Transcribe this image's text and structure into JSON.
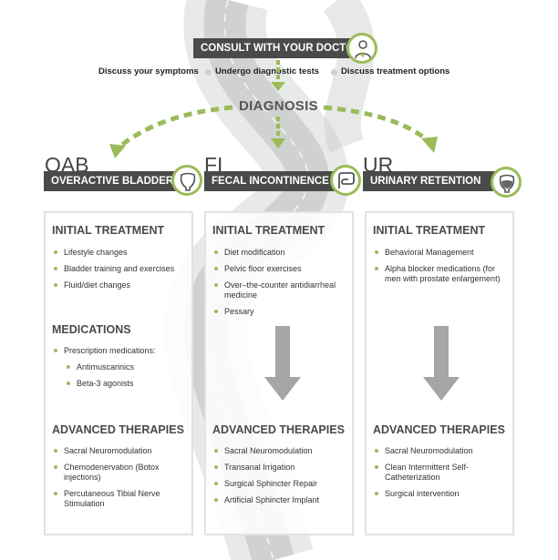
{
  "header": {
    "consult_label": "CONSULT WITH YOUR DOCTOR",
    "steps": [
      "Discuss your symptoms",
      "Undergo diagnostic tests",
      "Discuss treatment options"
    ],
    "diagnosis_label": "DIAGNOSIS"
  },
  "conditions": [
    {
      "abbr": "OAB",
      "name": "OVERACTIVE BLADDER",
      "icon": "bladder-icon",
      "initial_heading": "INITIAL TREATMENT",
      "initial": [
        "Lifestyle changes",
        "Bladder training and exercises",
        "Fluid/diet changes"
      ],
      "medications_heading": "MEDICATIONS",
      "medications": [
        "Prescription medications:",
        "Antimuscarinics",
        "Beta-3 agonists"
      ],
      "advanced_heading": "ADVANCED THERAPIES",
      "advanced": [
        "Sacral Neuromodulation",
        "Chemodenervation (Botox injections)",
        "Percutaneous Tibial Nerve Stimulation"
      ]
    },
    {
      "abbr": "FI",
      "name": "FECAL INCONTINENCE",
      "icon": "intestine-icon",
      "initial_heading": "INITIAL TREATMENT",
      "initial": [
        "Diet modification",
        "Pelvic floor exercises",
        "Over–the-counter antidiarrheal medicine",
        "Pessary"
      ],
      "advanced_heading": "ADVANCED THERAPIES",
      "advanced": [
        "Sacral Neuromodulation",
        "Transanal Irrigation",
        "Surgical Sphincter Repair",
        "Artificial Sphincter Implant"
      ]
    },
    {
      "abbr": "UR",
      "name": "URINARY RETENTION",
      "icon": "full-bladder-icon",
      "initial_heading": "INITIAL TREATMENT",
      "initial": [
        "Behavioral Management",
        "Alpha blocker medications (for men with prostate enlargement)"
      ],
      "advanced_heading": "ADVANCED THERAPIES",
      "advanced": [
        "Sacral Neuromodulation",
        "Clean Intermittent Self-Catheterization",
        "Surgical intervention"
      ]
    }
  ],
  "colors": {
    "accent": "#9bbb59",
    "banner": "#4a4a4a",
    "arrow": "#a5a5a5"
  }
}
